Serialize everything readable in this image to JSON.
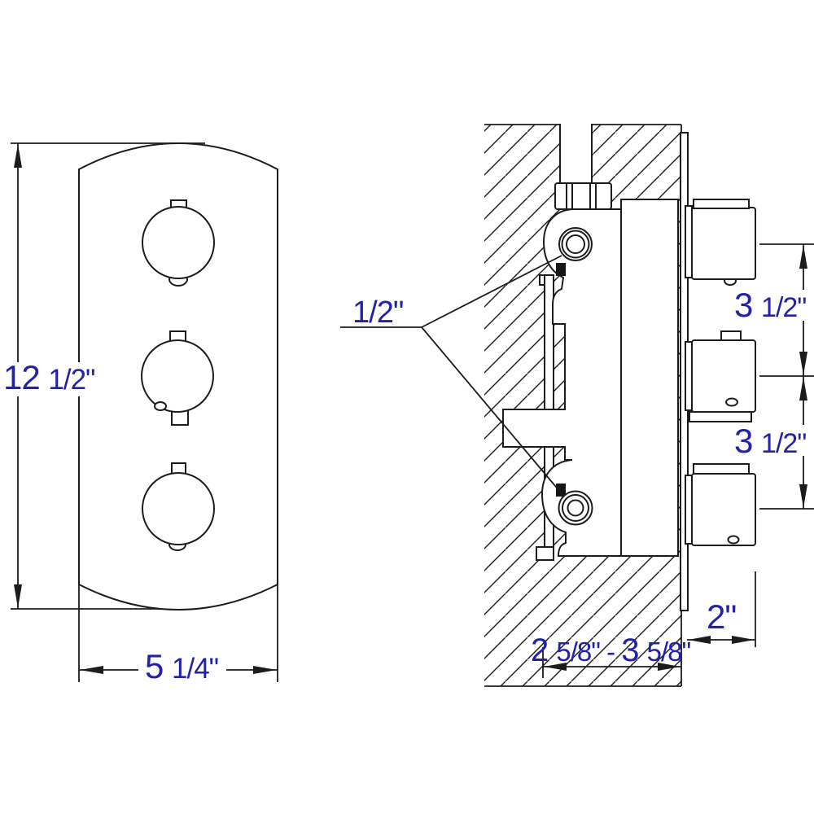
{
  "title": "Thermostatic shower valve installation drawing",
  "colors": {
    "line": "#1c1c1c",
    "dimension_text": "#2222a8",
    "background": "#ffffff"
  },
  "front_view": {
    "description": "faceplate front view with three knobs",
    "height_label": {
      "whole": "12 ",
      "fraction": "1/2\""
    },
    "width_label": {
      "whole": "5 ",
      "fraction": "1/4\""
    }
  },
  "side_view": {
    "description": "in-wall cross section with hatched wall, supply pipe, valve body and three knobs",
    "upper_knob_spacing": {
      "whole": "3 ",
      "fraction": "1/2\""
    },
    "lower_knob_spacing": {
      "whole": "3 ",
      "fraction": "1/2\""
    },
    "knob_depth": {
      "whole": "2\""
    },
    "rough_in_depth_range": {
      "min_whole": "2 ",
      "min_fraction": "5/8\"",
      "separator": " - ",
      "max_whole": "3 ",
      "max_fraction": "5/8\""
    },
    "inlet_size": {
      "fraction": "1/2\""
    }
  }
}
